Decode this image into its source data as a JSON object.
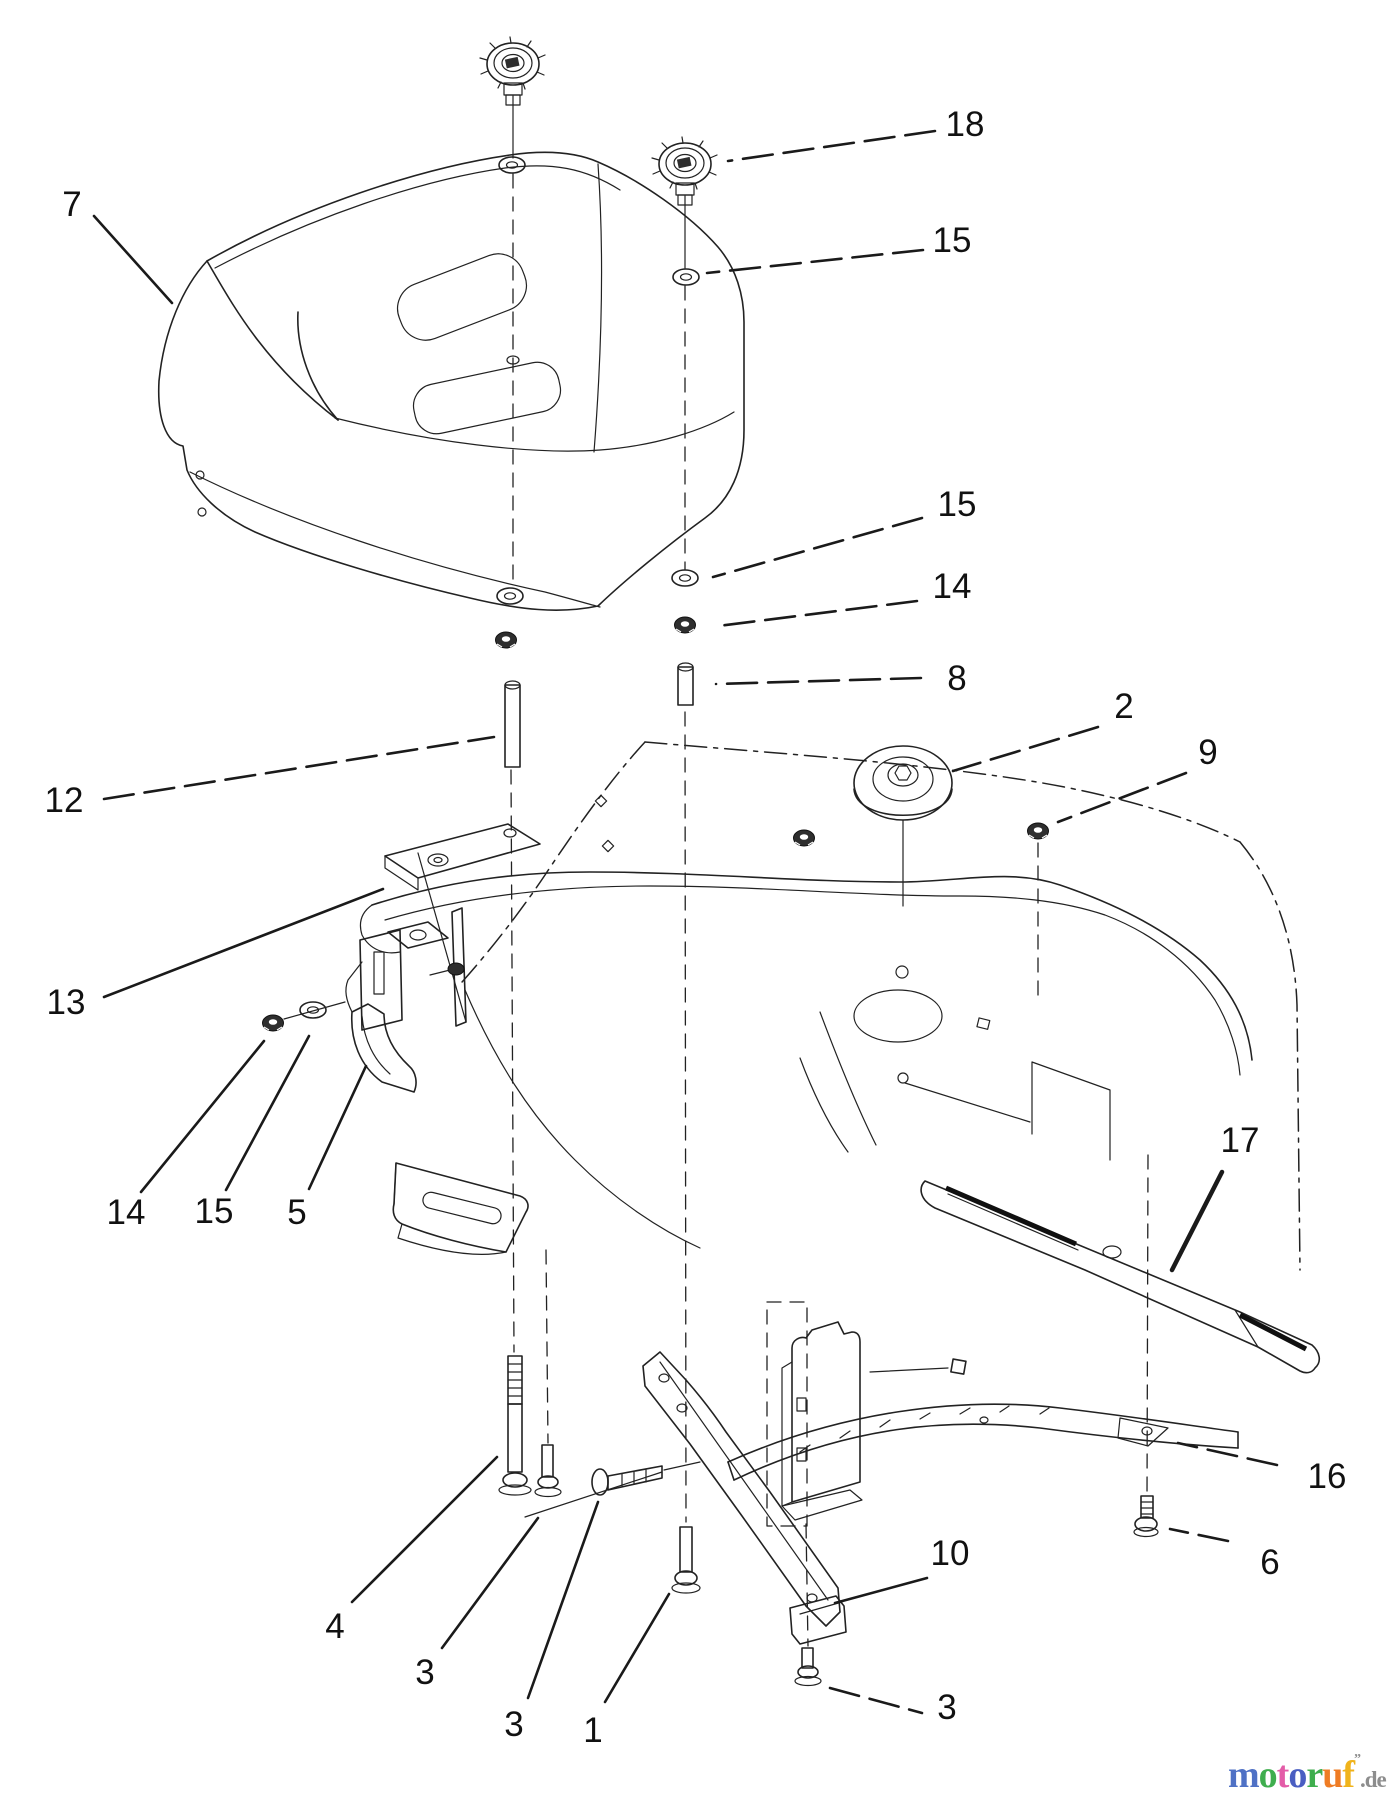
{
  "drawing": {
    "background": "#ffffff",
    "line_color": "#222222"
  },
  "callouts": [
    {
      "label": "7"
    },
    {
      "label": "18"
    },
    {
      "label": "15"
    },
    {
      "label": "15"
    },
    {
      "label": "14"
    },
    {
      "label": "8"
    },
    {
      "label": "2"
    },
    {
      "label": "9"
    },
    {
      "label": "12"
    },
    {
      "label": "13"
    },
    {
      "label": "14"
    },
    {
      "label": "15"
    },
    {
      "label": "5"
    },
    {
      "label": "17"
    },
    {
      "label": "16"
    },
    {
      "label": "6"
    },
    {
      "label": "10"
    },
    {
      "label": "4"
    },
    {
      "label": "3"
    },
    {
      "label": "3"
    },
    {
      "label": "1"
    },
    {
      "label": "3"
    }
  ],
  "logo": {
    "letters": [
      {
        "char": "m",
        "color": "#4f71c5"
      },
      {
        "char": "o",
        "color": "#3fae4e"
      },
      {
        "char": "t",
        "color": "#e35ca8"
      },
      {
        "char": "o",
        "color": "#4a5ec2"
      },
      {
        "char": "r",
        "color": "#3fae4e"
      },
      {
        "char": "u",
        "color": "#ef7c24"
      },
      {
        "char": "f",
        "color": "#f0b31b"
      }
    ],
    "trademark": "”",
    "suffix": ".de",
    "suffix_color": "#8d8d8d"
  }
}
